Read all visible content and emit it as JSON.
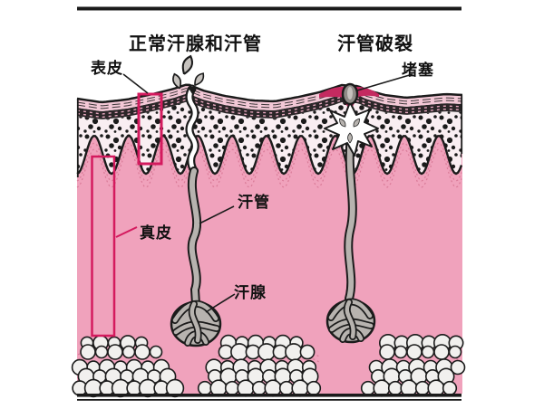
{
  "figure": {
    "title_normal": "正常汗腺和汗管",
    "title_ruptured": "汗管破裂"
  },
  "labels": {
    "epidermis": "表皮",
    "blockage": "堵塞",
    "sweat_duct": "汗管",
    "dermis": "真皮",
    "sweat_gland": "汗腺"
  },
  "colors": {
    "ink": "#1b1b1b",
    "magenta": "#d41a5e",
    "dermis": "#f0a2bc",
    "corneum": "#f3c8d6",
    "darkband": "#2b2628",
    "epibg": "#f9eef2",
    "duct": "#b7b3af",
    "plug": "#8f8b87",
    "droplet": "#c6c2be",
    "fat": "#f1f0ee",
    "inflamed": "#c42a60",
    "papline": "#d97a97",
    "lumen": "#ffffff"
  }
}
